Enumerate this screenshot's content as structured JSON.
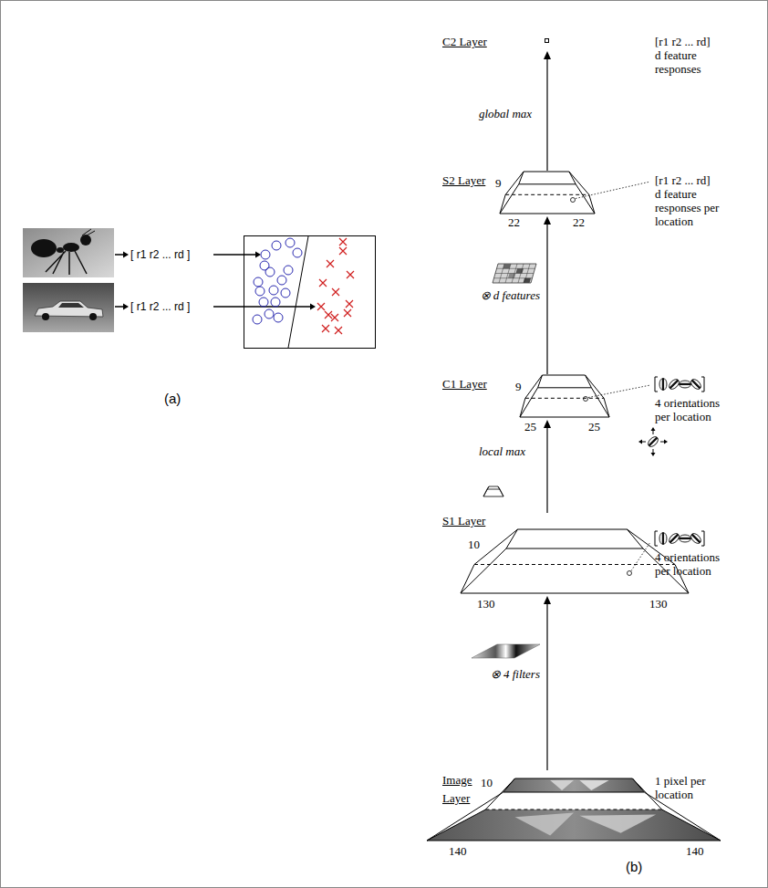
{
  "diagram": {
    "nodes": [
      {
        "text": [
          "C2 Layer"
        ]
      },
      {
        "text": [
          "S2 Layer"
        ]
      },
      {
        "text": [
          "C1 Layer"
        ]
      },
      {
        "text": [
          "S1 Layer"
        ]
      },
      {
        "text": [
          "Image Layer"
        ]
      }
    ],
    "edges": [
      {
        "from": 4,
        "to": 3,
        "arrow": "to",
        "label": "⊗ 4 filters"
      },
      {
        "from": 3,
        "to": 2,
        "arrow": "to",
        "label": "local max"
      },
      {
        "from": 2,
        "to": 1,
        "arrow": "to",
        "label": "⊗ d features"
      },
      {
        "from": 1,
        "to": 0,
        "arrow": "to",
        "label": "global max"
      }
    ],
    "labels": [
      "[ r1 r2 ... rd ]",
      "[ r1 r2 ... rd ]",
      "(a)",
      "[r1 r2 ... rd]",
      "d feature responses",
      "9",
      "22",
      "22",
      "[r1 r2 ... rd]",
      "d feature responses per location",
      "9",
      "25",
      "25",
      "4 orientations per location",
      "10",
      "130",
      "130",
      "4 orientations per location",
      "10",
      "140",
      "140",
      "1 pixel per location",
      "(b)"
    ]
  }
}
